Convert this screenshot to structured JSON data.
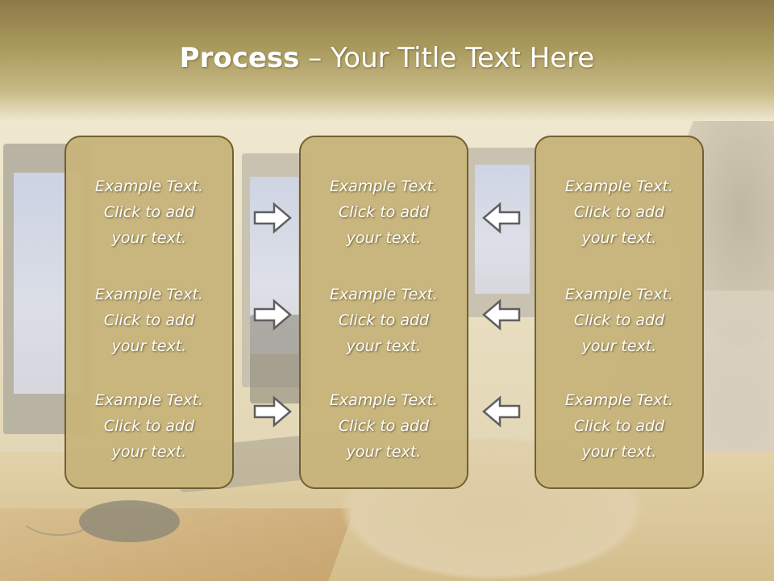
{
  "title": {
    "bold": "Process",
    "separator": " – ",
    "rest": "Your Title Text Here"
  },
  "columns": [
    {
      "items": [
        {
          "line1": "Example Text.",
          "line2": "Click  to add",
          "line3": "your text."
        },
        {
          "line1": "Example Text.",
          "line2": "Click  to add",
          "line3": "your text."
        },
        {
          "line1": "Example Text.",
          "line2": "Click  to add",
          "line3": "your text."
        }
      ]
    },
    {
      "items": [
        {
          "line1": "Example Text.",
          "line2": "Click  to add",
          "line3": "your text."
        },
        {
          "line1": "Example Text.",
          "line2": "Click  to add",
          "line3": "your text."
        },
        {
          "line1": "Example Text.",
          "line2": "Click  to add",
          "line3": "your text."
        }
      ]
    },
    {
      "items": [
        {
          "line1": "Example Text.",
          "line2": "Click  to add",
          "line3": "your text."
        },
        {
          "line1": "Example Text.",
          "line2": "Click  to add",
          "line3": "your text."
        },
        {
          "line1": "Example Text.",
          "line2": "Click  to add",
          "line3": "your text."
        }
      ]
    }
  ],
  "arrows": {
    "left_group": "right-arrow-icon",
    "right_group": "left-arrow-icon"
  },
  "colors": {
    "box_fill": "#c8b57c",
    "box_border": "#6e5d2e",
    "title_band": "#8b7a47",
    "text": "#ffffff"
  }
}
